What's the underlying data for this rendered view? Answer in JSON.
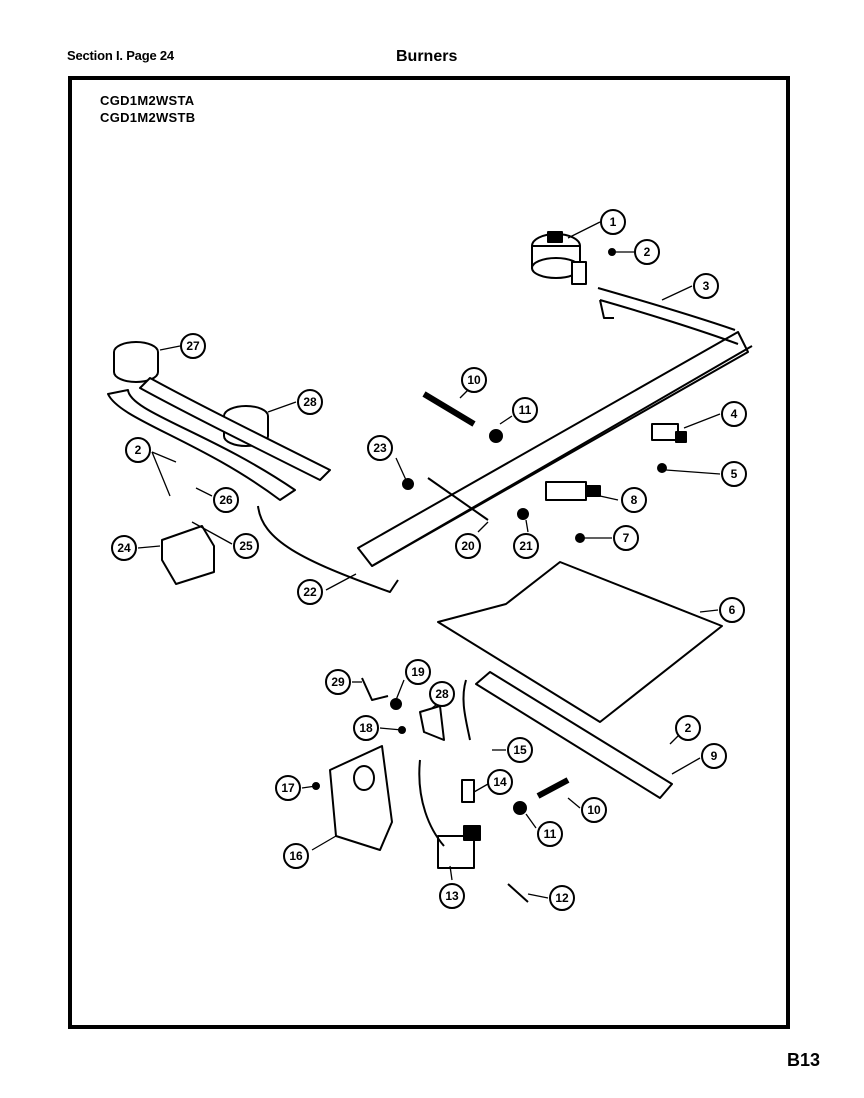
{
  "header": {
    "section": "Section I. Page 24",
    "title": "Burners"
  },
  "models": [
    "CGD1M2WSTA",
    "CGD1M2WSTB"
  ],
  "page_id": "B13",
  "callouts": [
    "1",
    "2",
    "3",
    "27",
    "28",
    "10",
    "11",
    "4",
    "23",
    "5",
    "2",
    "26",
    "8",
    "24",
    "25",
    "20",
    "21",
    "7",
    "22",
    "6",
    "29",
    "19",
    "28",
    "18",
    "2",
    "15",
    "9",
    "17",
    "14",
    "10",
    "11",
    "16",
    "13",
    "12"
  ]
}
